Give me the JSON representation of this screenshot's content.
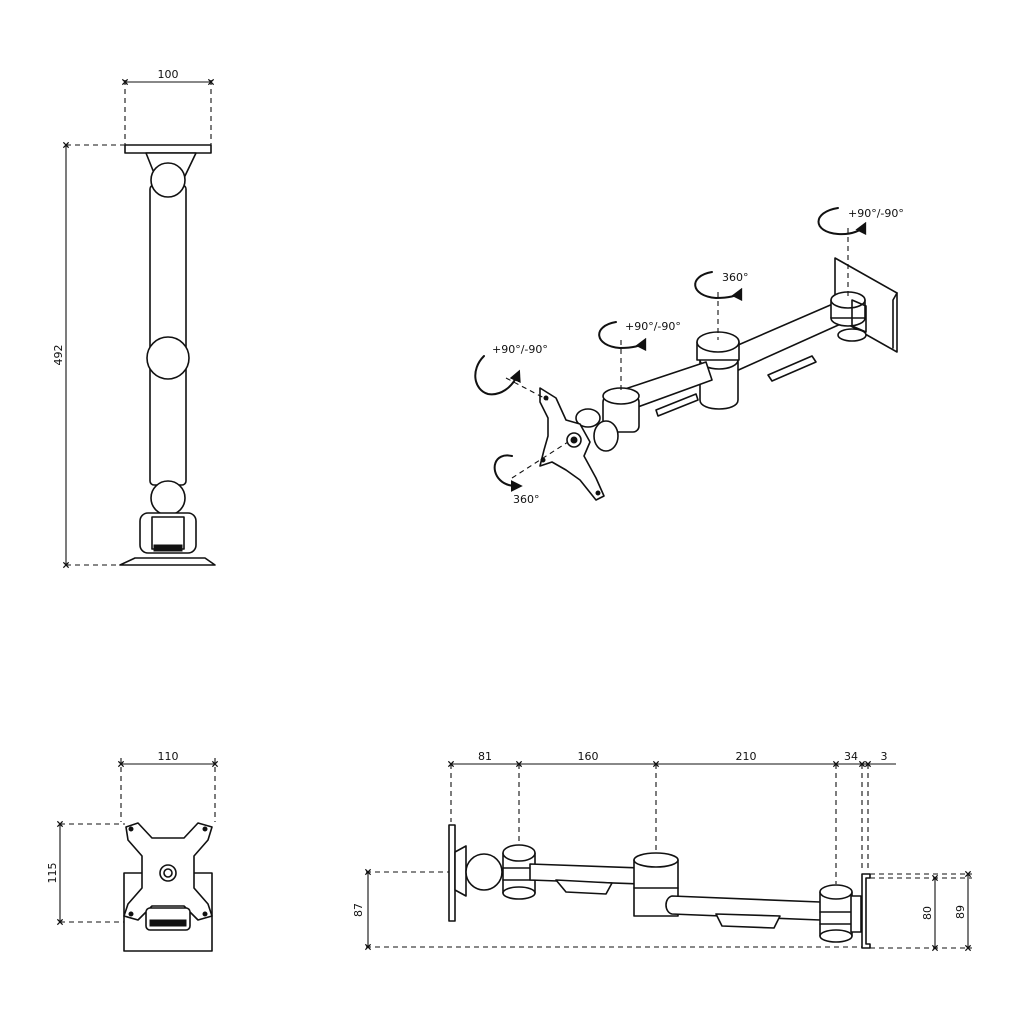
{
  "side_view": {
    "dim_top_width": "100",
    "dim_height": "492"
  },
  "perspective_view": {
    "rot_wall_pivot": "+90°/-90°",
    "rot_middle_pivot": "360°",
    "rot_head_pivot": "+90°/-90°",
    "rot_tilt": "+90°/-90°",
    "rot_plate": "360°"
  },
  "front_view": {
    "dim_width": "110",
    "dim_height": "115"
  },
  "top_view": {
    "dim_seg_1": "81",
    "dim_seg_2": "160",
    "dim_seg_3": "210",
    "dim_seg_4": "34",
    "dim_seg_5": "3",
    "dim_left_height": "87",
    "dim_right_inner": "80",
    "dim_right_outer": "89"
  },
  "colors": {
    "line": "#111111",
    "background": "#ffffff"
  }
}
